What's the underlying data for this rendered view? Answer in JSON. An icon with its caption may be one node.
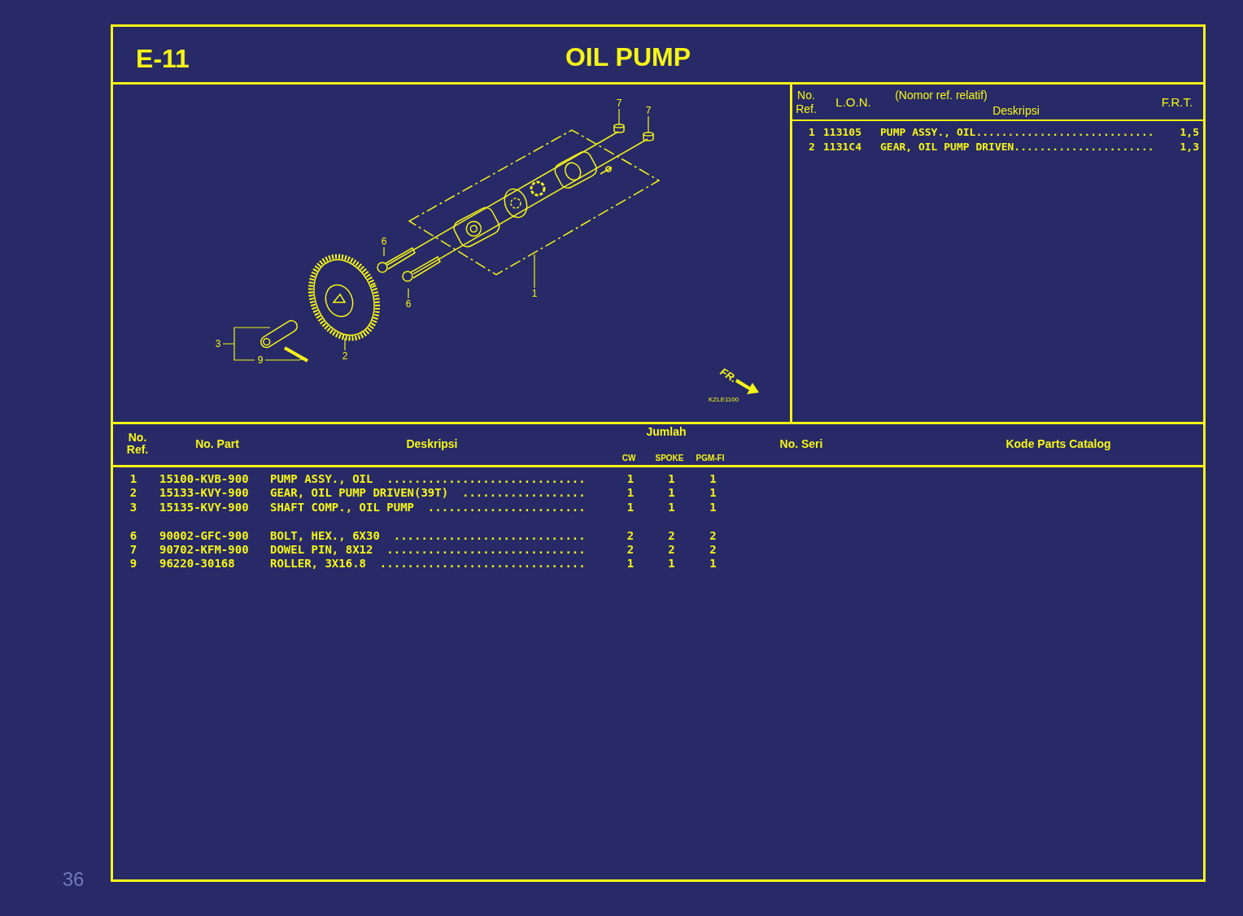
{
  "diagram": {
    "title": "OIL PUMP",
    "nodes": [
      {
        "text": [
          "7"
        ]
      },
      {
        "text": [
          "7"
        ]
      },
      {
        "text": [
          "6"
        ]
      },
      {
        "text": [
          "6"
        ]
      },
      {
        "text": [
          "1"
        ]
      },
      {
        "text": [
          "3"
        ]
      },
      {
        "text": [
          "9"
        ]
      },
      {
        "text": [
          "2"
        ]
      },
      {
        "text": [],
        "shape": "cylinder"
      },
      {
        "text": [],
        "shape": "cylinder"
      }
    ],
    "edges": [
      {
        "from": 0,
        "to": 8,
        "arrow": "none"
      },
      {
        "from": 1,
        "to": 9,
        "arrow": "none"
      },
      {
        "from": 2,
        "to": null,
        "arrow": "none"
      },
      {
        "from": 3,
        "to": null,
        "arrow": "none"
      },
      {
        "from": 4,
        "to": null,
        "arrow": "none"
      },
      {
        "from": 5,
        "to": null,
        "arrow": "none"
      },
      {
        "from": 6,
        "to": null,
        "arrow": "none"
      },
      {
        "from": 7,
        "to": null,
        "arrow": "none"
      }
    ],
    "labels": [
      "E-11",
      "No. Ref.",
      "L.O.N.",
      "(Nomor ref. relatif)",
      "Deskripsi",
      "F.R.T.",
      "1",
      "113105",
      "PUMP ASSY., OIL............................",
      "1,5",
      "2",
      "1131C4",
      "GEAR, OIL PUMP DRIVEN......................",
      "1,3",
      "FR.",
      "KZLE1100",
      "No. Ref.",
      "No. Part",
      "Deskripsi",
      "Jumlah",
      "CW",
      "SPOKE",
      "PGM-FI",
      "No. Seri",
      "Kode Parts Catalog",
      "1",
      "15100-KVB-900",
      "PUMP ASSY., OIL  .............................",
      "1",
      "1",
      "1",
      "2",
      "15133-KVY-900",
      "GEAR, OIL PUMP DRIVEN(39T)  ..................",
      "1",
      "1",
      "1",
      "3",
      "15135-KVY-900",
      "SHAFT COMP., OIL PUMP  .......................",
      "1",
      "1",
      "1",
      "6",
      "90002-GFC-900",
      "BOLT, HEX., 6X30  ............................",
      "2",
      "2",
      "2",
      "7",
      "90702-KFM-900",
      "DOWEL PIN, 8X12  .............................",
      "2",
      "2",
      "2",
      "9",
      "96220-30168",
      "ROLLER, 3X16.8  ..............................",
      "1",
      "1",
      "1",
      "36"
    ]
  }
}
